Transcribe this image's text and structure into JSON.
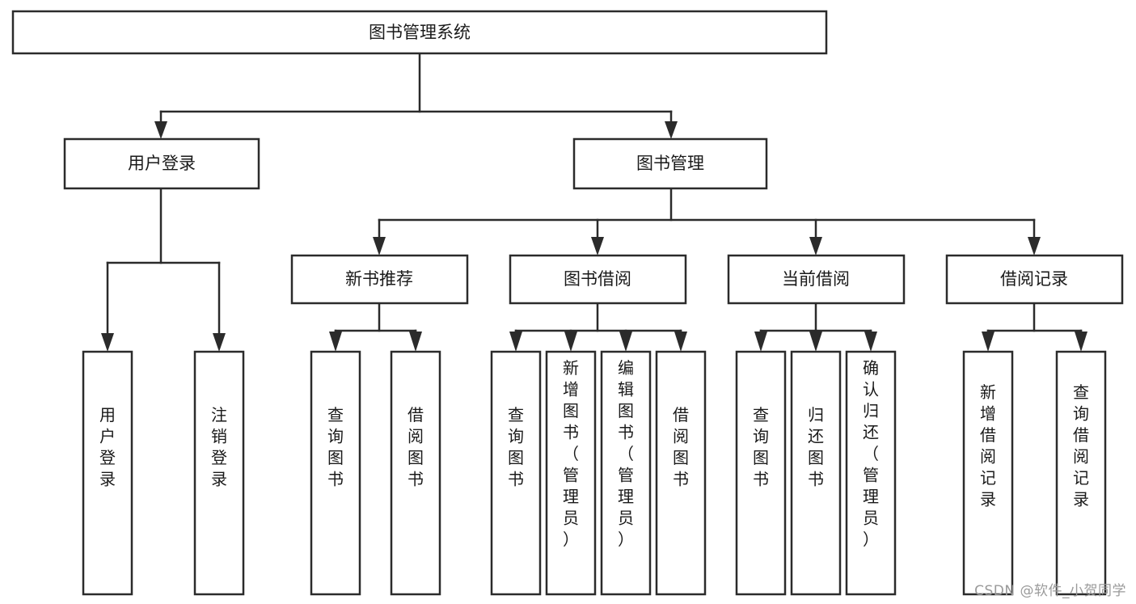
{
  "diagram": {
    "type": "tree-hierarchy",
    "title": "图书管理系统",
    "orientation": "top-down",
    "levels": 4,
    "nodes": {
      "root": {
        "label": "图书管理系统",
        "level": 1
      },
      "l2": [
        {
          "id": "user-login",
          "label": "用户登录",
          "level": 2
        },
        {
          "id": "book-manage",
          "label": "图书管理",
          "level": 2
        }
      ],
      "l3": [
        {
          "id": "new-book-recommend",
          "label": "新书推荐",
          "level": 3,
          "parent": "book-manage"
        },
        {
          "id": "book-borrow",
          "label": "图书借阅",
          "level": 3,
          "parent": "book-manage"
        },
        {
          "id": "current-borrow",
          "label": "当前借阅",
          "level": 3,
          "parent": "book-manage"
        },
        {
          "id": "borrow-record",
          "label": "借阅记录",
          "level": 3,
          "parent": "book-manage"
        }
      ],
      "leaves": [
        {
          "id": "leaf-user-login",
          "label": "用户登录",
          "parent": "user-login"
        },
        {
          "id": "leaf-logout",
          "label": "注销登录",
          "parent": "user-login"
        },
        {
          "id": "leaf-query-book-1",
          "label": "查询图书",
          "parent": "new-book-recommend"
        },
        {
          "id": "leaf-borrow-book-1",
          "label": "借阅图书",
          "parent": "new-book-recommend"
        },
        {
          "id": "leaf-query-book-2",
          "label": "查询图书",
          "parent": "book-borrow"
        },
        {
          "id": "leaf-add-book",
          "label": "新增图书（管理员）",
          "parent": "book-borrow"
        },
        {
          "id": "leaf-edit-book",
          "label": "编辑图书（管理员）",
          "parent": "book-borrow"
        },
        {
          "id": "leaf-borrow-book-2",
          "label": "借阅图书",
          "parent": "book-borrow"
        },
        {
          "id": "leaf-query-book-3",
          "label": "查询图书",
          "parent": "current-borrow"
        },
        {
          "id": "leaf-return-book",
          "label": "归还图书",
          "parent": "current-borrow"
        },
        {
          "id": "leaf-confirm-return",
          "label": "确认归还（管理员）",
          "parent": "current-borrow"
        },
        {
          "id": "leaf-add-record",
          "label": "新增借阅记录",
          "parent": "borrow-record"
        },
        {
          "id": "leaf-query-record",
          "label": "查询借阅记录",
          "parent": "borrow-record"
        }
      ]
    },
    "colors": {
      "box_fill": "#ffffff",
      "box_stroke": "#2b2b2b",
      "connector": "#2b2b2b",
      "text": "#1a1a1a",
      "background": "#ffffff",
      "watermark": "#9a9a9a"
    }
  },
  "watermark": {
    "text": "CSDN @软件_小贺同学"
  }
}
